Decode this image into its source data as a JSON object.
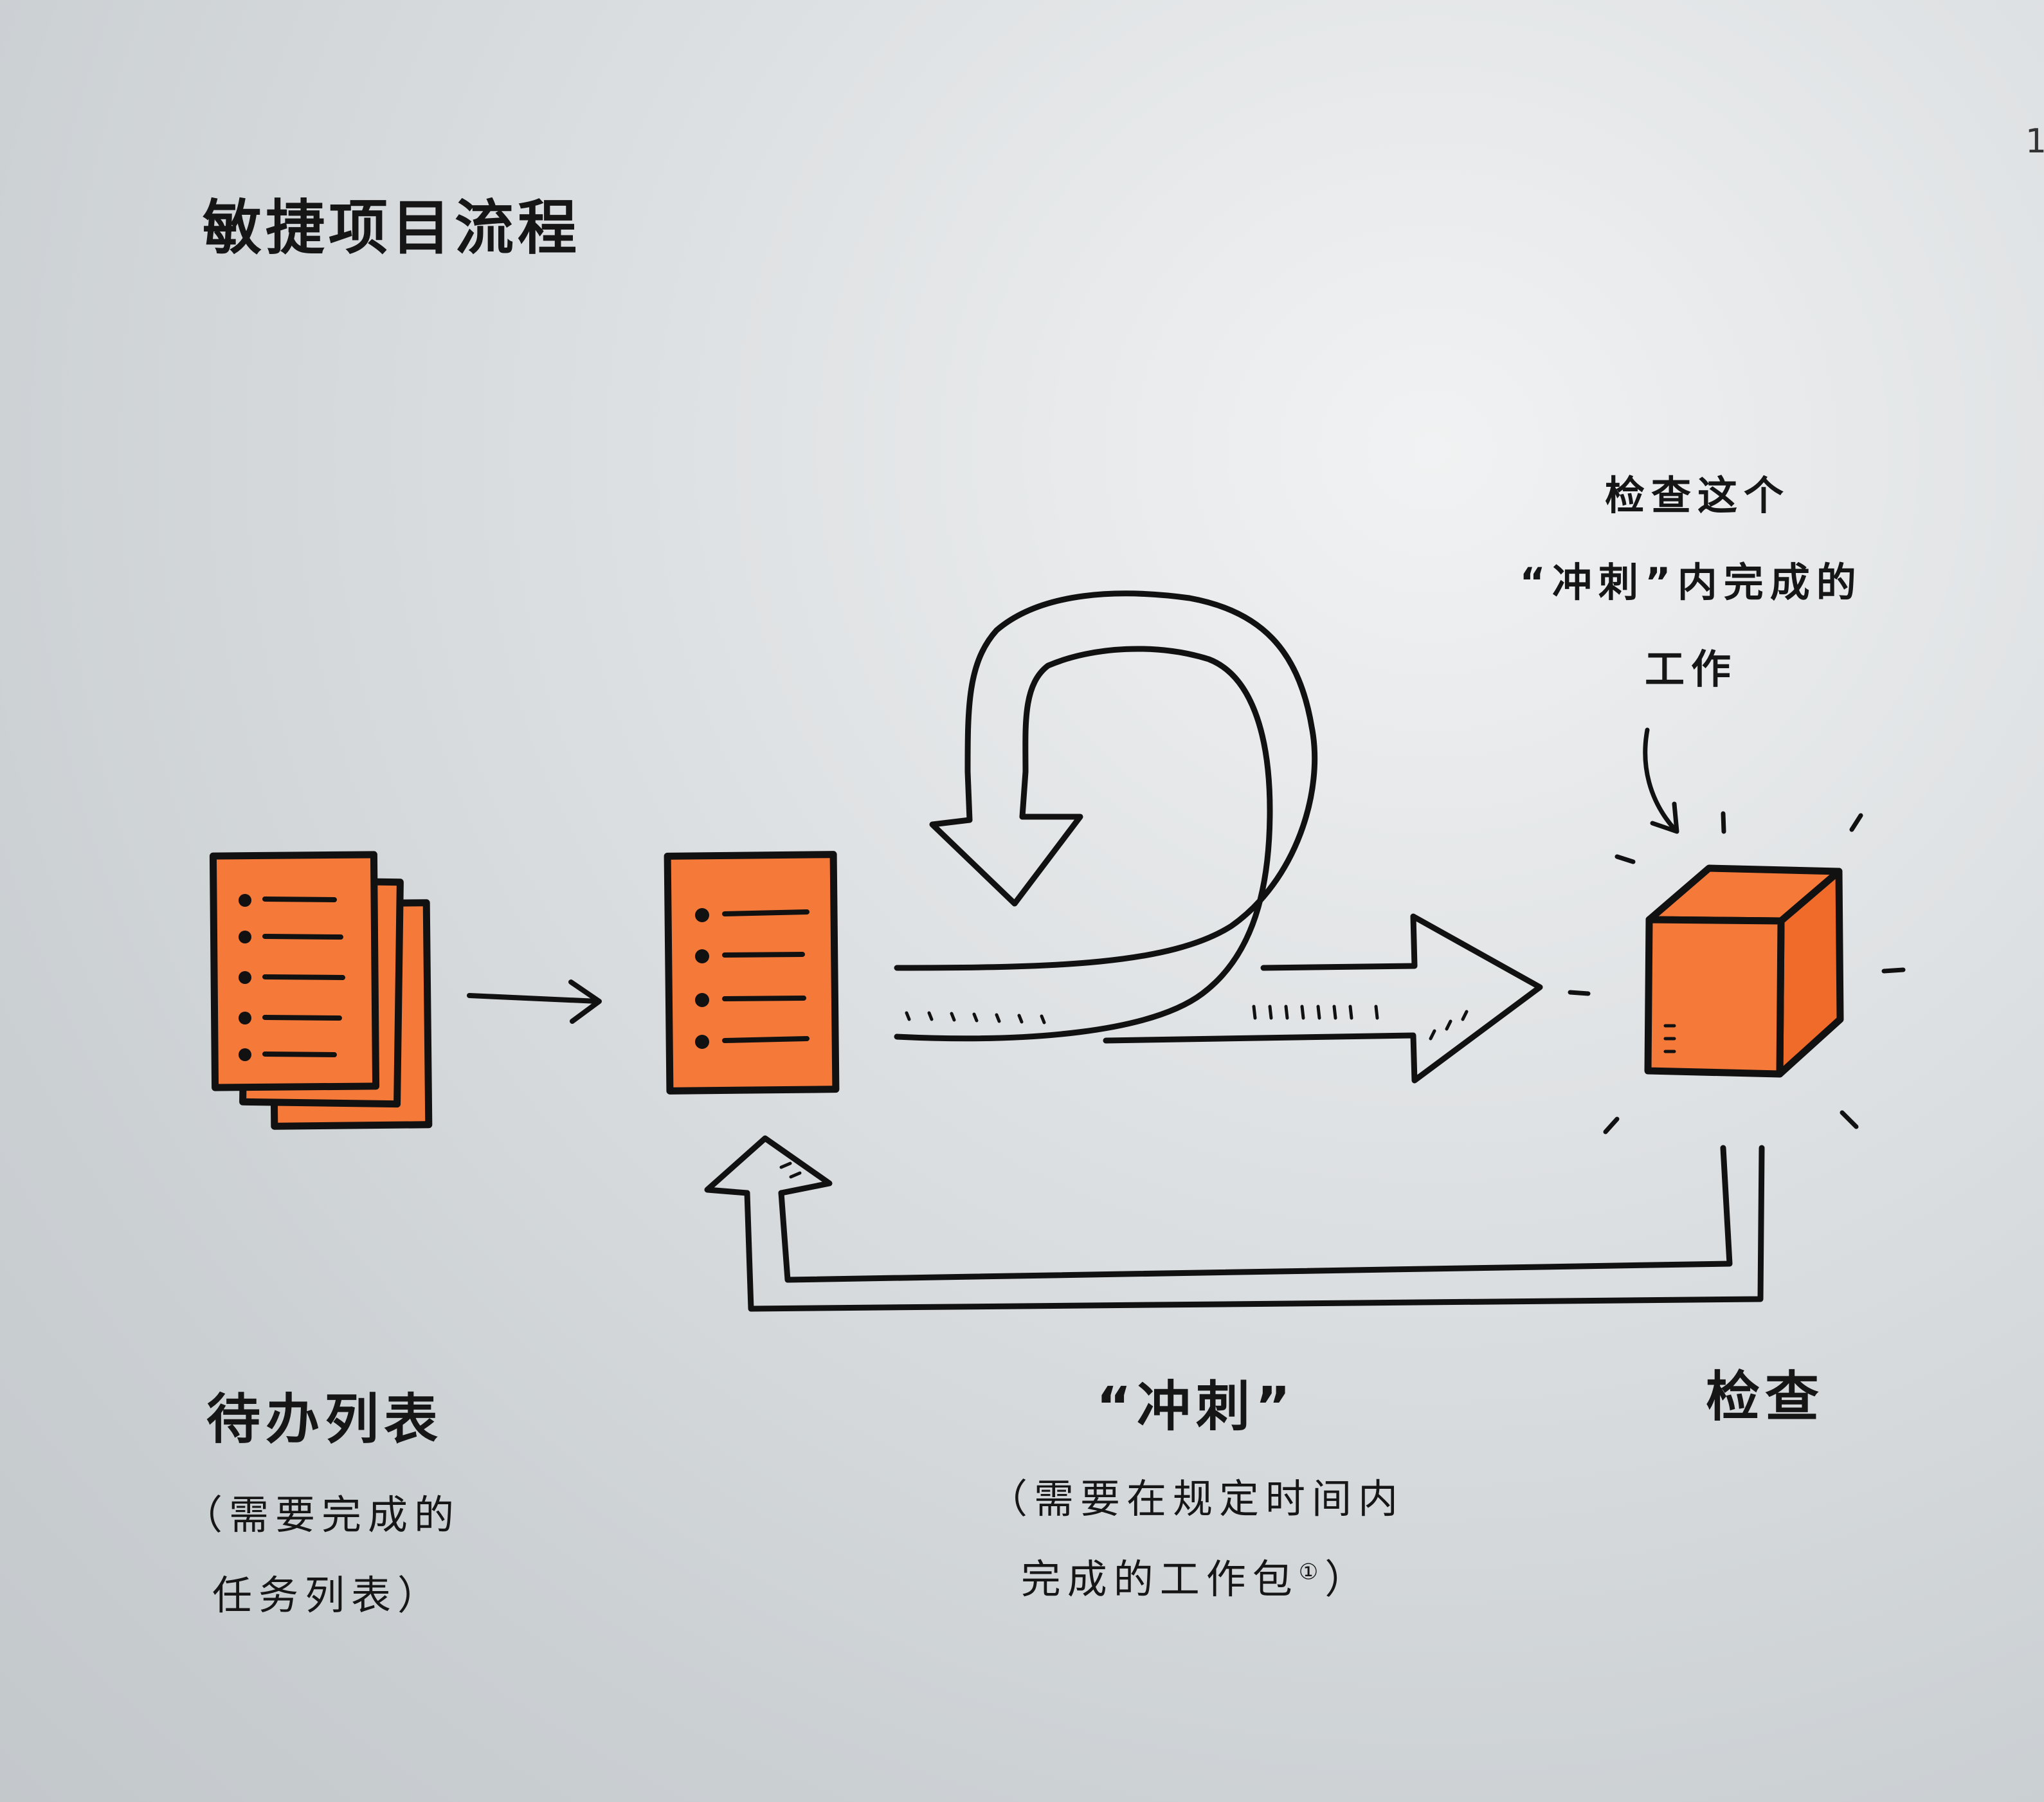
{
  "title": "敏捷项目流程",
  "edge_mark": "1",
  "nodes": {
    "backlog": {
      "label": "待办列表",
      "note_line1": "（需要完成的",
      "note_line2": "任务列表）"
    },
    "sprint": {
      "label": "“冲刺”",
      "note_line1": "（需要在规定时间内",
      "note_line2_text": "完成的工作包",
      "note_line2_sup": "①",
      "note_line2_close": "）"
    },
    "review": {
      "label": "检查",
      "callout_line1": "检查这个",
      "callout_line2": "“冲刺”内完成的",
      "callout_line3": "工作"
    }
  },
  "colors": {
    "card_orange": "#f57a3a",
    "ink": "#111111",
    "paper": "#e6e9eb"
  }
}
